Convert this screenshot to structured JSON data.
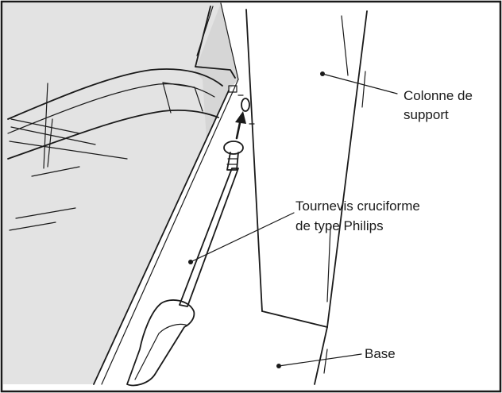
{
  "labels": {
    "support_column_line1": "Colonne de",
    "support_column_line2": "support",
    "screwdriver_line1": "Tournevis cruciforme",
    "screwdriver_line2": "de type Philips",
    "base": "Base"
  },
  "colors": {
    "ink": "#1a1a1a",
    "panel_gray": "#e3e3e3",
    "panel_gray_dark": "#d4d4d4",
    "background": "#ffffff"
  }
}
